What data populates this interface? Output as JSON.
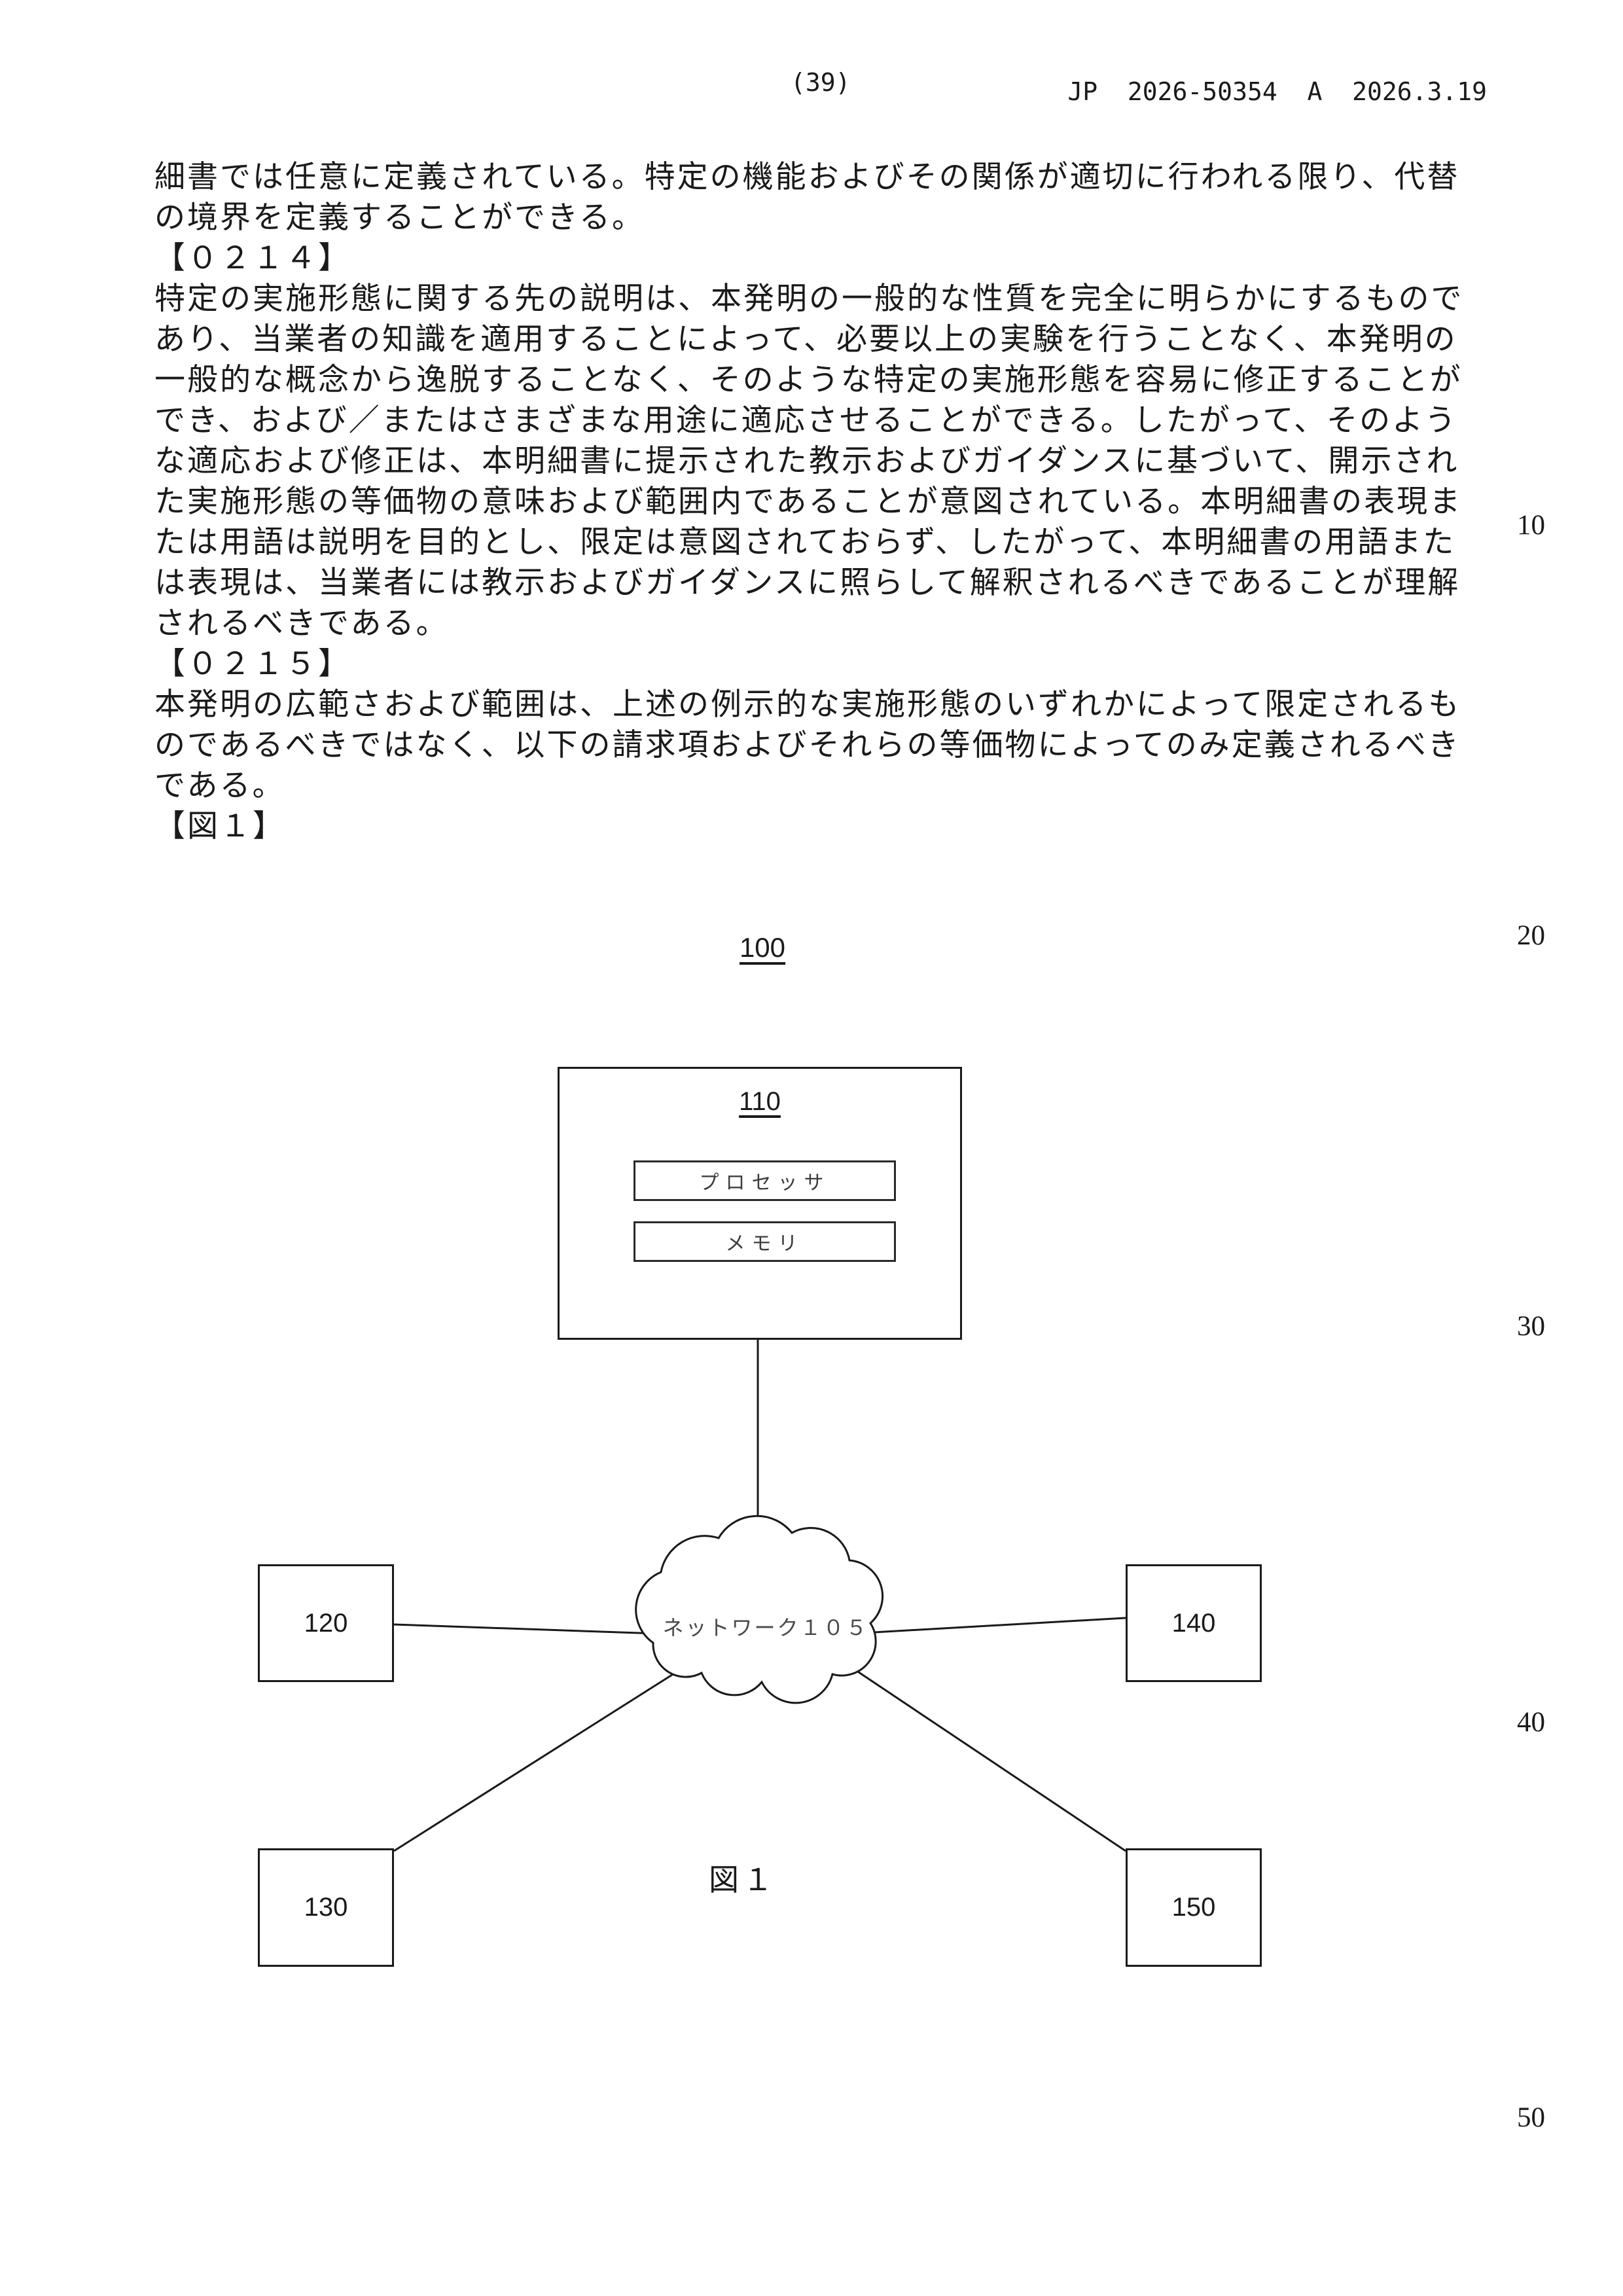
{
  "header": {
    "page_number": "(39)",
    "publication": "JP  2026-50354  A  2026.3.19"
  },
  "margin_numbers": [
    "10",
    "20",
    "30",
    "40",
    "50"
  ],
  "body": {
    "lines": [
      "細書では任意に定義されている。特定の機能およびその関係が適切に行われる限り、代替",
      "の境界を定義することができる。",
      "【０２１４】",
      "特定の実施形態に関する先の説明は、本発明の一般的な性質を完全に明らかにするもので",
      "あり、当業者の知識を適用することによって、必要以上の実験を行うことなく、本発明の",
      "一般的な概念から逸脱することなく、そのような特定の実施形態を容易に修正することが",
      "でき、および／またはさまざまな用途に適応させることができる。したがって、そのよう",
      "な適応および修正は、本明細書に提示された教示およびガイダンスに基づいて、開示され",
      "た実施形態の等価物の意味および範囲内であることが意図されている。本明細書の表現ま",
      "たは用語は説明を目的とし、限定は意図されておらず、したがって、本明細書の用語また",
      "は表現は、当業者には教示およびガイダンスに照らして解釈されるべきであることが理解",
      "されるべきである。",
      "【０２１５】",
      "本発明の広範さおよび範囲は、上述の例示的な実施形態のいずれかによって限定されるも",
      "のであるべきではなく、以下の請求項およびそれらの等価物によってのみ定義されるべき",
      "である。",
      "【図１】"
    ]
  },
  "figure": {
    "system_label": "100",
    "device_box": {
      "label": "110",
      "processor": "プロセッサ",
      "memory": "メモリ"
    },
    "network_cloud": {
      "label": "ネットワーク１０５"
    },
    "nodes": {
      "n120": "120",
      "n130": "130",
      "n140": "140",
      "n150": "150"
    },
    "caption": "図１"
  }
}
